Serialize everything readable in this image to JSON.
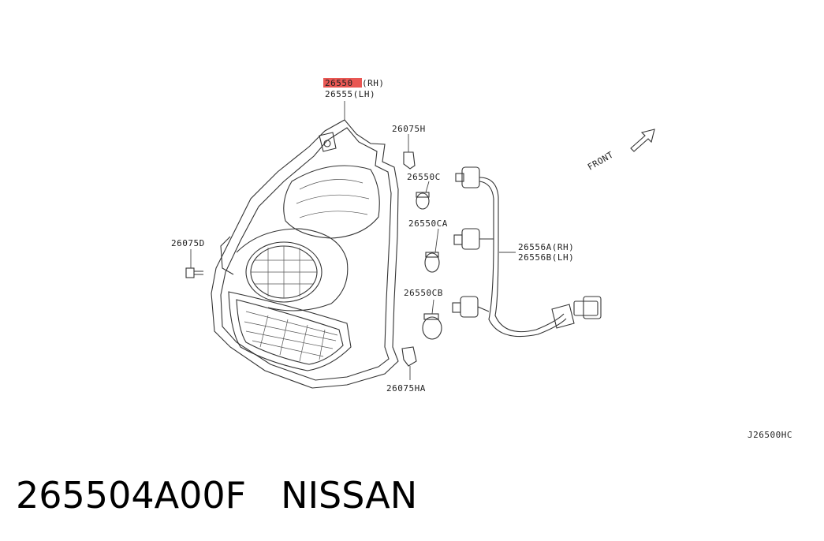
{
  "labels": {
    "main_rh": "26550",
    "main_rh_suffix": "(RH)",
    "main_lh": "26555(LH)",
    "clip_top": "26075H",
    "bulb_c": "26550C",
    "bulb_ca": "26550CA",
    "bulb_cb": "26550CB",
    "screw": "26075D",
    "harness_rh": "26556A(RH)",
    "harness_lh": "26556B(LH)",
    "clip_bottom": "26075HA",
    "front": "FRONT",
    "diagram_id": "J26500HC"
  },
  "highlight_color": "#e53935",
  "caption": {
    "part_number": "265504A00F",
    "brand": "NISSAN"
  }
}
